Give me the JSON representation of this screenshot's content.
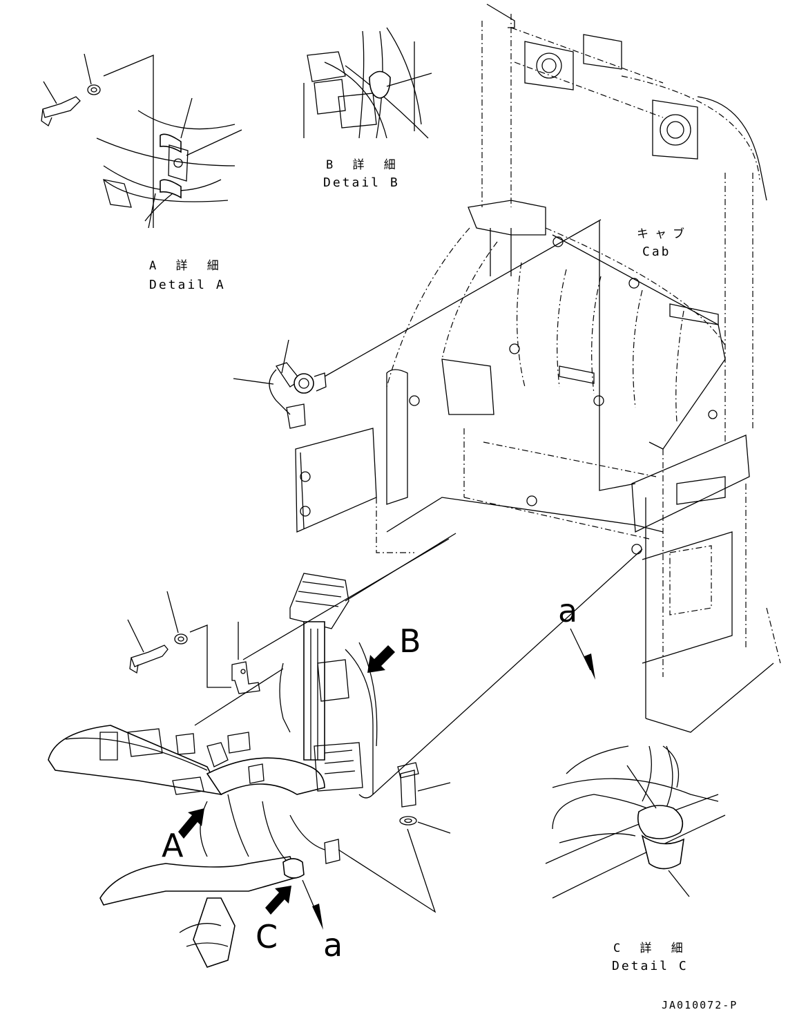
{
  "labels": {
    "detail_a_jp": "A 詳 細",
    "detail_a_en": "Detail A",
    "detail_b_jp": "B 詳 細",
    "detail_b_en": "Detail B",
    "detail_c_jp": "C 詳 細",
    "detail_c_en": "Detail C",
    "cab_jp": "キャブ",
    "cab_en": "Cab",
    "arrow_a": "A",
    "arrow_b": "B",
    "arrow_c": "C",
    "ref_a_right": "a",
    "ref_a_bottom": "a",
    "drawing_code": "JA010072-P"
  },
  "colors": {
    "ink": "#000000",
    "paper": "#ffffff"
  }
}
